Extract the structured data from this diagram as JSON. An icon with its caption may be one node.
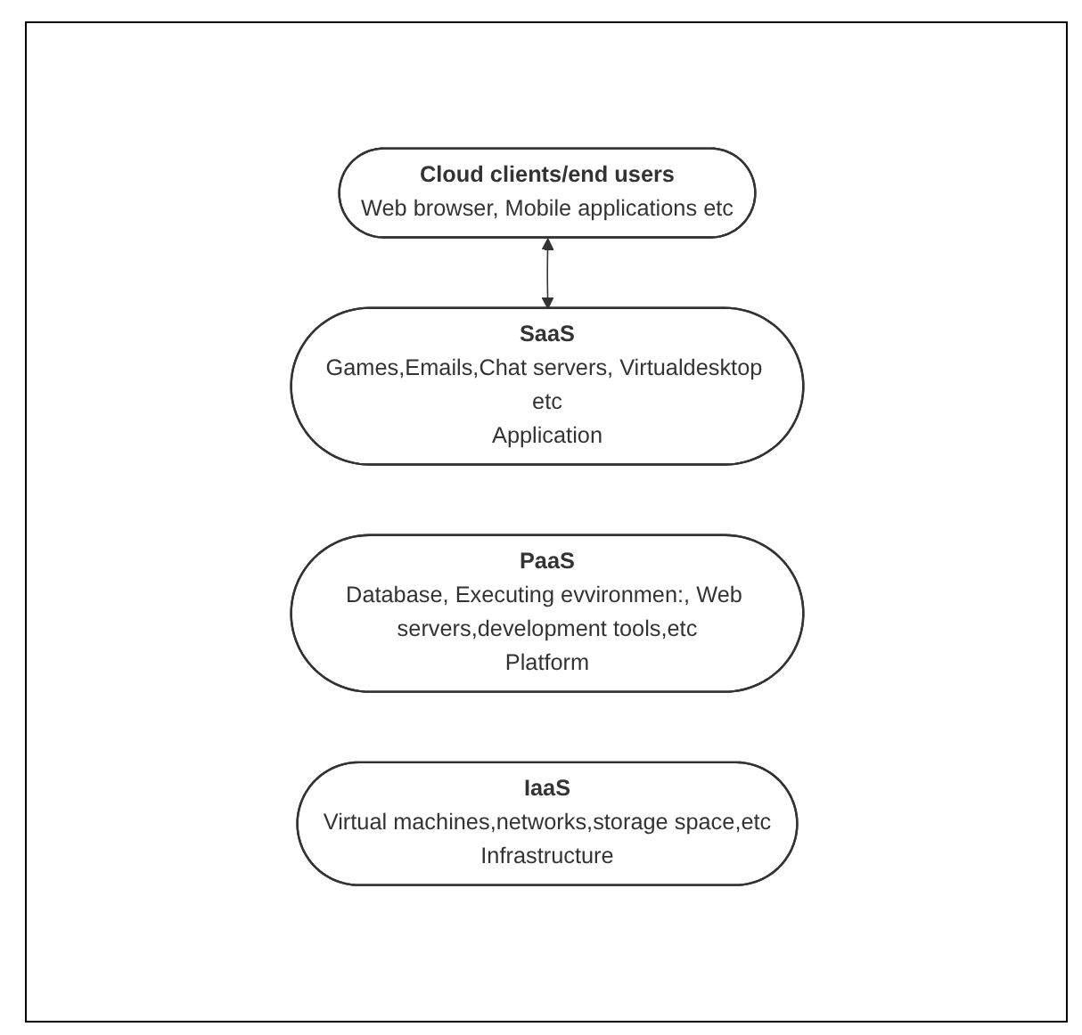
{
  "diagram": {
    "nodes": [
      {
        "text": [
          "Cloud clients/end users",
          "Web browser, Mobile applications etc"
        ]
      },
      {
        "text": [
          "SaaS",
          "Games,Emails,Chat servers, Virtualdesktop etc",
          "Application"
        ]
      },
      {
        "text": [
          "PaaS",
          "Database, Executing evvironmen:, Web servers,development tools,etc",
          "Platform"
        ]
      },
      {
        "text": [
          "IaaS",
          "Virtual machines,networks,storage space,etc",
          "Infrastructure"
        ]
      }
    ],
    "edges": [
      {
        "from": 0,
        "to": 1,
        "arrow": "both"
      }
    ]
  }
}
